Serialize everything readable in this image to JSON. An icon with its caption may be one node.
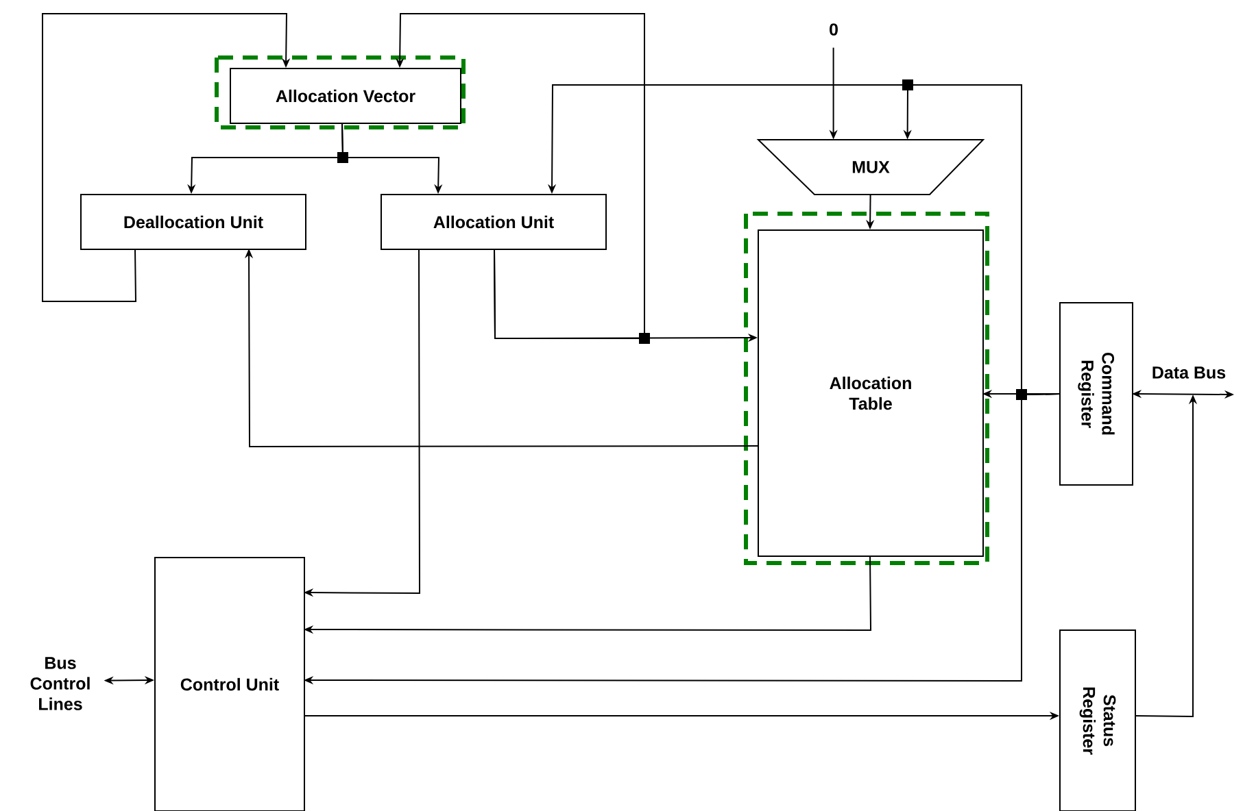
{
  "diagram": {
    "nodes": [
      {
        "text": [
          "Allocation Vector"
        ]
      },
      {
        "text": [
          "Deallocation Unit"
        ]
      },
      {
        "text": [
          "Allocation Unit"
        ]
      },
      {
        "text": [
          "MUX"
        ]
      },
      {
        "text": [
          "Allocation Table"
        ]
      },
      {
        "text": [
          "Command Register"
        ]
      },
      {
        "text": [
          "Status Register"
        ]
      },
      {
        "text": [
          "Control Unit"
        ]
      },
      {
        "text": [
          "0"
        ]
      },
      {
        "text": [
          "Data Bus"
        ]
      },
      {
        "text": [
          "Bus Control Lines"
        ]
      }
    ],
    "edges": [
      {
        "from": 1,
        "to": 0,
        "arrow": "to"
      },
      {
        "from": 2,
        "to": 0,
        "arrow": "to"
      },
      {
        "from": 2,
        "to": 4,
        "arrow": "to"
      },
      {
        "from": 0,
        "to": 1,
        "arrow": "to"
      },
      {
        "from": 0,
        "to": 2,
        "arrow": "to"
      },
      {
        "from": 5,
        "to": 4,
        "arrow": "to"
      },
      {
        "from": 5,
        "to": 2,
        "arrow": "to"
      },
      {
        "from": 5,
        "to": 3,
        "arrow": "to"
      },
      {
        "from": 5,
        "to": 7,
        "arrow": "to"
      },
      {
        "from": 8,
        "to": 3,
        "arrow": "to"
      },
      {
        "from": 3,
        "to": 4,
        "arrow": "to"
      },
      {
        "from": 4,
        "to": 1,
        "arrow": "to"
      },
      {
        "from": 2,
        "to": 7,
        "arrow": "to"
      },
      {
        "from": 4,
        "to": 7,
        "arrow": "to"
      },
      {
        "from": 7,
        "to": 6,
        "arrow": "to"
      },
      {
        "from": 6,
        "to": 9,
        "arrow": "to"
      },
      {
        "from": 5,
        "to": 9,
        "arrow": "both"
      },
      {
        "from": 10,
        "to": 7,
        "arrow": "both"
      }
    ]
  }
}
